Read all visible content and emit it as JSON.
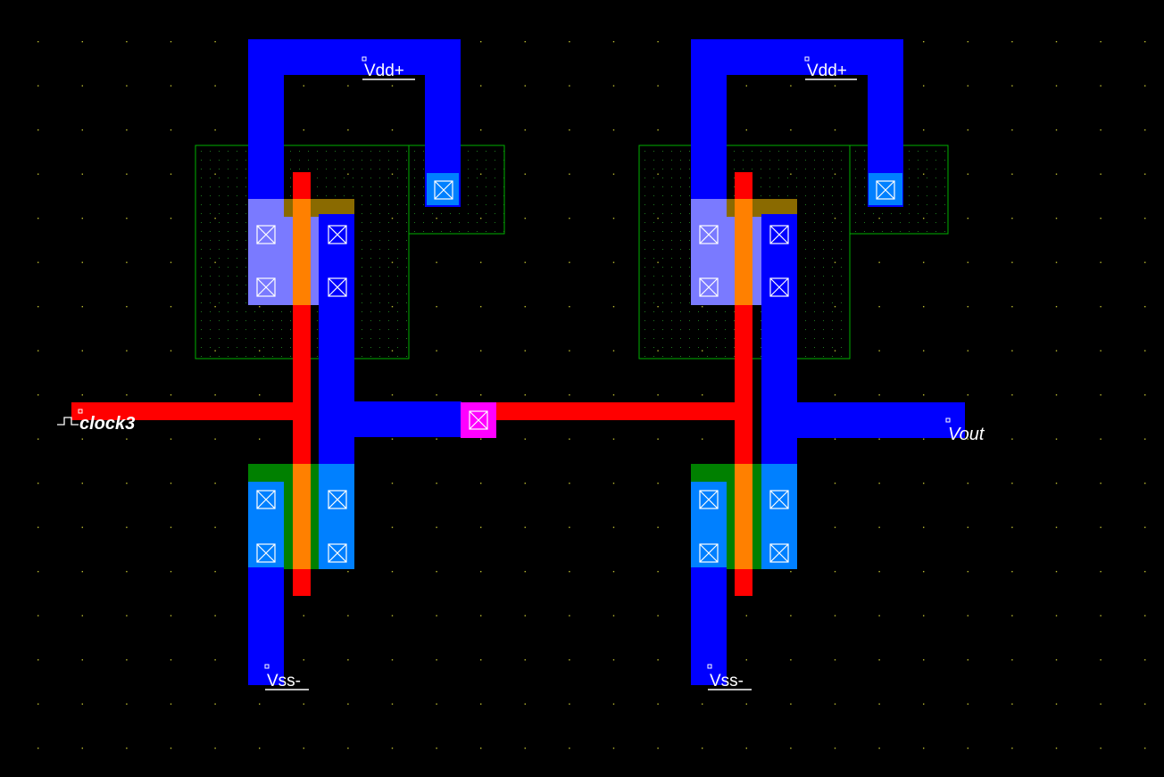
{
  "colors": {
    "background": "#000000",
    "grid_dot": "#b8b830",
    "metal": "#0000ff",
    "poly": "#ff0000",
    "nwell_outline": "#00b000",
    "pdiff": "#7a7aff",
    "ndiff": "#0080ff",
    "pselect_overlap": "#8a6a00",
    "nselect": "#008000",
    "gate_overlap": "#ff8000",
    "via": "#ff00ff",
    "label": "#ffffff"
  },
  "labels": {
    "vdd_left": "Vdd+",
    "vdd_right": "Vdd+",
    "vss_left": "Vss-",
    "vss_right": "Vss-",
    "input": "clock3",
    "output": "Vout"
  },
  "icons": {
    "contact": "contact-cross-icon",
    "clock_source": "clock-waveform-icon",
    "label_pin": "pin-marker-icon"
  }
}
